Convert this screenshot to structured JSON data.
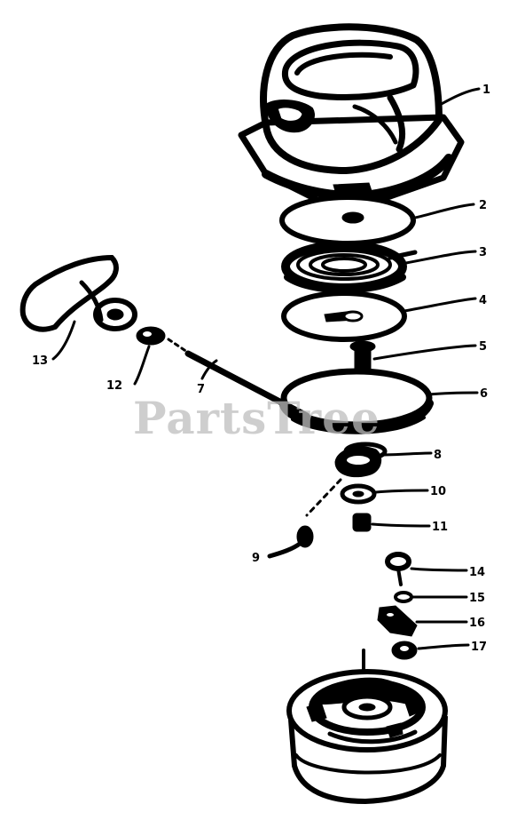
{
  "watermark": "PartsTree",
  "parts": [
    {
      "id": "label-1",
      "text": "1"
    },
    {
      "id": "label-2",
      "text": "2"
    },
    {
      "id": "label-3",
      "text": "3"
    },
    {
      "id": "label-4",
      "text": "4"
    },
    {
      "id": "label-5",
      "text": "5"
    },
    {
      "id": "label-6",
      "text": "6"
    },
    {
      "id": "label-7",
      "text": "7"
    },
    {
      "id": "label-8",
      "text": "8"
    },
    {
      "id": "label-9",
      "text": "9"
    },
    {
      "id": "label-10",
      "text": "10"
    },
    {
      "id": "label-11",
      "text": "11"
    },
    {
      "id": "label-12",
      "text": "12"
    },
    {
      "id": "label-13",
      "text": "13"
    },
    {
      "id": "label-14",
      "text": "14"
    },
    {
      "id": "label-15",
      "text": "15"
    },
    {
      "id": "label-16",
      "text": "16"
    },
    {
      "id": "label-17",
      "text": "17"
    }
  ],
  "colors": {
    "line": "#000000",
    "background": "#ffffff",
    "watermark": "#bdbdbd"
  }
}
